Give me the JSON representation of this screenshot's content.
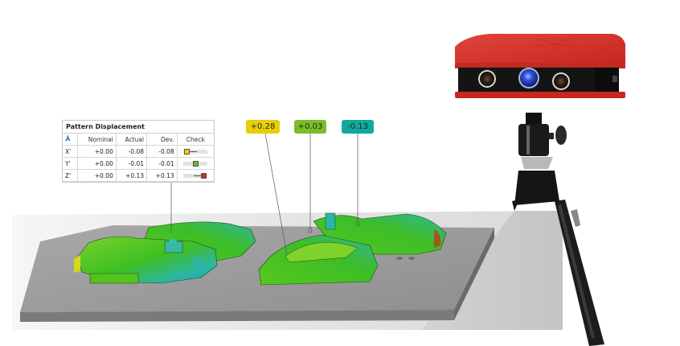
{
  "pattern_table": {
    "title": "Pattern Displacement",
    "axes_icon": "coordinate-axes-icon",
    "headers": [
      "Nominal",
      "Actual",
      "Dev.",
      "Check"
    ],
    "rows": [
      {
        "axis": "X'",
        "nominal": "+0.00",
        "actual": "-0.08",
        "dev": "-0.08",
        "check_color": "#f0d000",
        "check_side": "left",
        "check_value": -0.08
      },
      {
        "axis": "Y'",
        "nominal": "+0.00",
        "actual": "-0.01",
        "dev": "-0.01",
        "check_color": "#6ab820",
        "check_side": "center",
        "check_value": -0.01
      },
      {
        "axis": "Z'",
        "nominal": "+0.00",
        "actual": "+0.13",
        "dev": "+0.13",
        "check_color": "#d22a1a",
        "check_side": "right",
        "check_value": 0.13
      }
    ]
  },
  "deviation_labels": [
    {
      "text": "+0.28",
      "color": "#e6cf0a"
    },
    {
      "text": "+0.03",
      "color": "#7cbd2a"
    },
    {
      "text": "-0.13",
      "color": "#13a89e"
    }
  ],
  "colors": {
    "scanner_body": "#d9302a",
    "scanner_front": "#1a1a1a",
    "lens_center": "#2e52d4",
    "part_green": "#46c21e",
    "part_teal": "#2ab5a5",
    "plate": "#9a9a9a",
    "table": "#e6e6e6"
  },
  "icons": {
    "scanner": "3d-scanner-icon",
    "tripod": "tripod-icon"
  }
}
